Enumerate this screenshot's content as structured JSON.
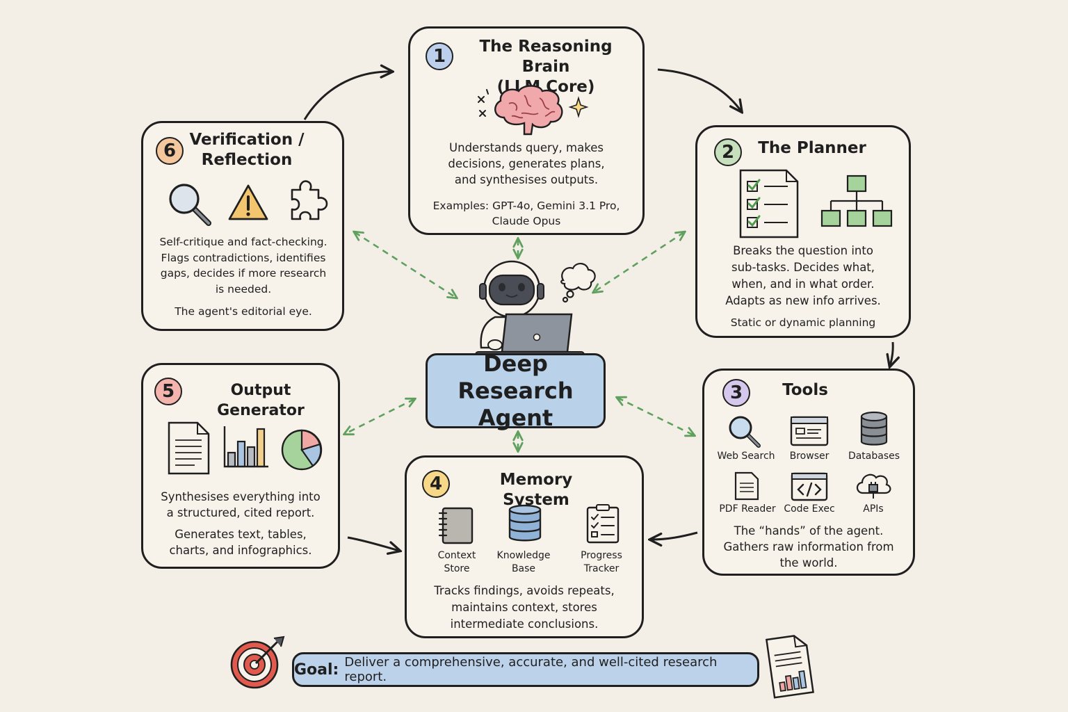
{
  "center": {
    "line1": "Deep Research",
    "line2": "Agent"
  },
  "brain": {
    "number": "1",
    "title_line1": "The Reasoning Brain",
    "title_line2": "(LLM Core)",
    "desc": [
      "Understands query, makes",
      "decisions, generates plans,",
      "and synthesises outputs."
    ],
    "examples": [
      "Examples: GPT-4o, Gemini 3.1 Pro,",
      "Claude Opus"
    ]
  },
  "planner": {
    "number": "2",
    "title": "The Planner",
    "desc": [
      "Breaks the question into",
      "sub-tasks. Decides what,",
      "when, and in what order.",
      "Adapts as new info arrives."
    ],
    "note": "Static or dynamic planning"
  },
  "tools": {
    "number": "3",
    "title": "Tools",
    "items": [
      "Web Search",
      "Browser",
      "Databases",
      "PDF Reader",
      "Code Exec",
      "APIs"
    ],
    "desc": [
      "The “hands” of the agent.",
      "Gathers raw information from",
      "the world."
    ]
  },
  "memory": {
    "number": "4",
    "title": "Memory System",
    "items": [
      {
        "line1": "Context",
        "line2": "Store"
      },
      {
        "line1": "Knowledge",
        "line2": "Base"
      },
      {
        "line1": "Progress",
        "line2": "Tracker"
      }
    ],
    "desc": [
      "Tracks findings, avoids repeats,",
      "maintains context, stores",
      "intermediate conclusions."
    ]
  },
  "output": {
    "number": "5",
    "title": "Output Generator",
    "desc": [
      "Synthesises everything into",
      "a structured, cited report."
    ],
    "desc2": [
      "Generates text, tables,",
      "charts, and infographics."
    ]
  },
  "verify": {
    "number": "6",
    "title_line1": "Verification /",
    "title_line2": "Reflection",
    "desc": [
      "Self-critique and fact-checking.",
      "Flags contradictions, identifies",
      "gaps, decides if more research",
      "is needed."
    ],
    "note": "The agent's editorial eye."
  },
  "goal": {
    "label": "Goal:",
    "text": "Deliver a comprehensive, accurate, and well-cited research report."
  },
  "colors": {
    "num1": "#bcd0ee",
    "num2": "#c6e0bd",
    "num3": "#d6c8ec",
    "num4": "#f6d888",
    "num5": "#f4b4ae",
    "num6": "#f5c79c",
    "center": "#b9d2ea",
    "dashed": "#5fa05f",
    "green_icon": "#a6d29b"
  },
  "icons": {
    "brain": "brain-icon",
    "checklist": "checklist-icon",
    "hierarchy": "hierarchy-icon",
    "magnifier": "magnifier-icon",
    "warning": "warning-icon",
    "puzzle": "puzzle-icon",
    "document": "document-icon",
    "bar_chart": "bar-chart-icon",
    "pie_chart": "pie-chart-icon",
    "notebook": "notebook-icon",
    "database": "database-icon",
    "robot": "robot-icon",
    "target": "target-icon",
    "report": "report-icon"
  }
}
